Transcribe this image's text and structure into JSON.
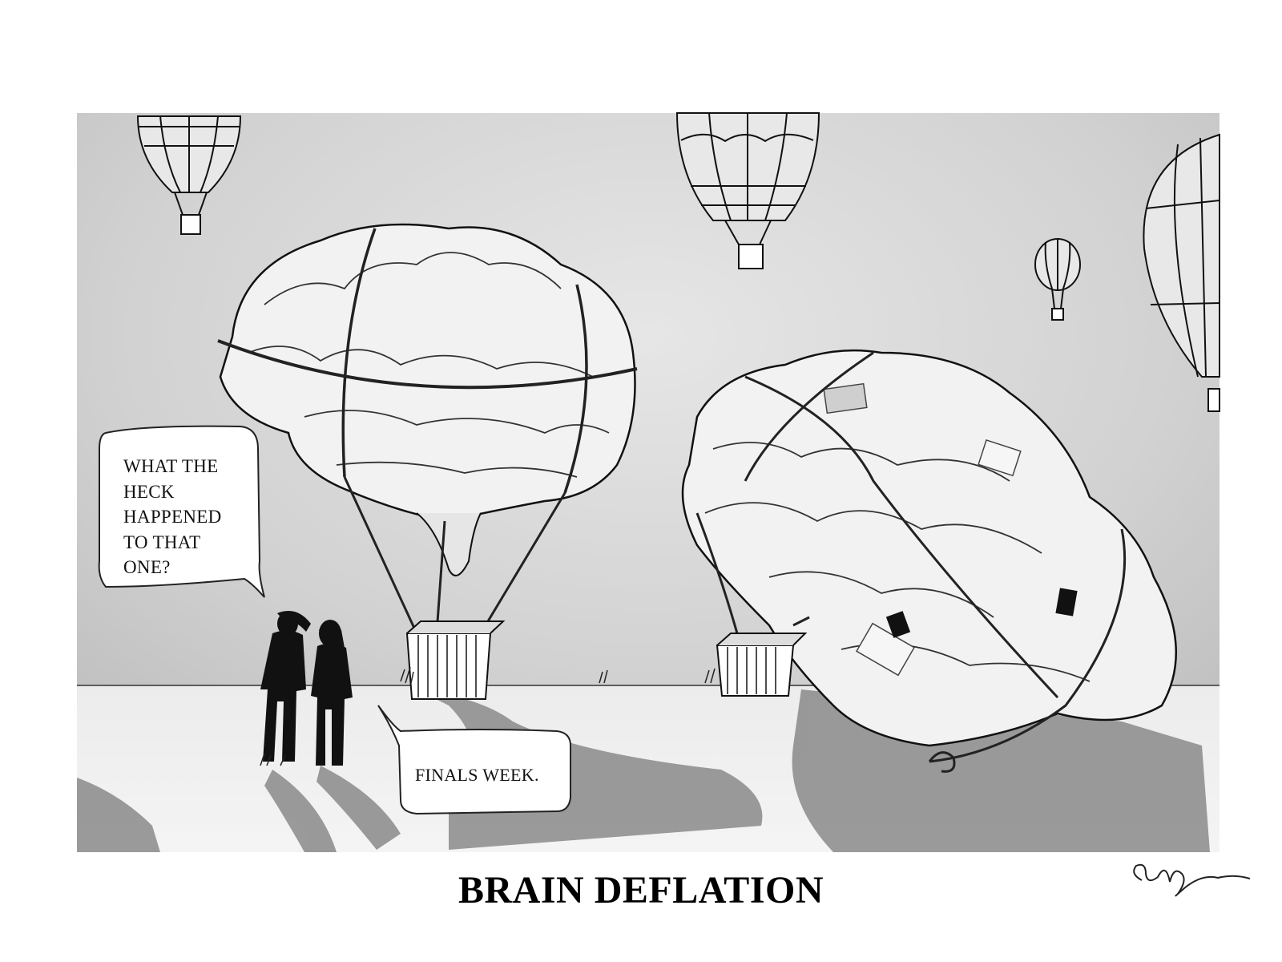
{
  "caption": {
    "title": "BRAIN DEFLATION"
  },
  "speech_bubbles": {
    "question": "WHAT  THE\nHECK\nHAPPENED\nTO THAT\nONE?",
    "answer": "FINALS WEEK."
  },
  "signature": {
    "text": "Ely"
  },
  "palette": {
    "paper": "#ffffff",
    "sky": "#d6d6d6",
    "ground": "#e8e8e8",
    "shadow": "#8e8e8e",
    "ink": "#111111"
  }
}
